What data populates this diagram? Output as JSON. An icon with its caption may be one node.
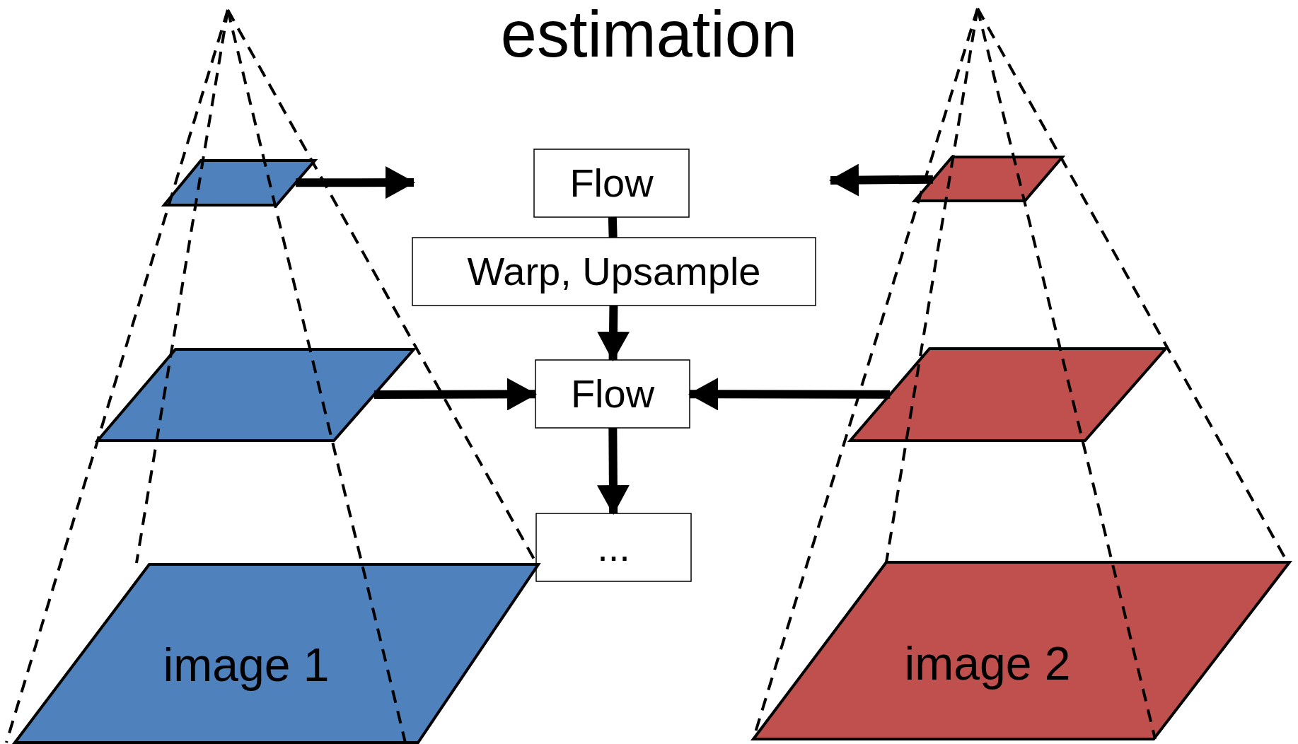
{
  "diagram": {
    "title": "estimation",
    "nodes": [
      {
        "text": [],
        "shape": "parallelogram"
      },
      {
        "text": [
          "Flow"
        ]
      },
      {
        "text": [],
        "shape": "parallelogram"
      },
      {
        "text": [
          "Warp, Upsample"
        ]
      },
      {
        "text": [],
        "shape": "parallelogram"
      },
      {
        "text": [
          "Flow"
        ]
      },
      {
        "text": [],
        "shape": "parallelogram"
      },
      {
        "text": [
          "..."
        ]
      },
      {
        "text": [
          "image 1"
        ]
      },
      {
        "text": [
          "image 2"
        ]
      }
    ],
    "edges": [
      {
        "from": 0,
        "to": null,
        "arrow": "to"
      },
      {
        "from": 2,
        "to": null,
        "arrow": "to"
      },
      {
        "from": 1,
        "to": 3,
        "arrow": "none"
      },
      {
        "from": 3,
        "to": 5,
        "arrow": "to"
      },
      {
        "from": 4,
        "to": 5,
        "arrow": "to"
      },
      {
        "from": 6,
        "to": 5,
        "arrow": "to"
      },
      {
        "from": 5,
        "to": 7,
        "arrow": "to"
      }
    ]
  }
}
